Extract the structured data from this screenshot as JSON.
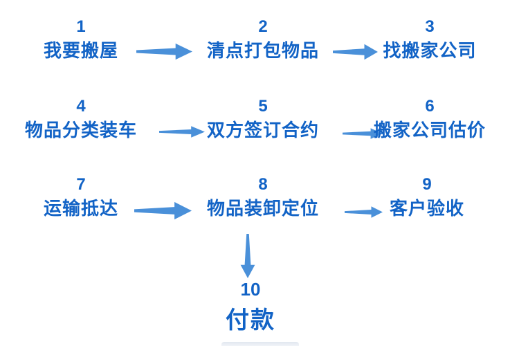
{
  "diagram": {
    "description_language": "zh",
    "type": "flowchart"
  },
  "colors": {
    "step_text": "#1263C6",
    "arrow": "#4A90D9"
  },
  "steps": [
    {
      "number": "1",
      "label": "我要搬屋"
    },
    {
      "number": "2",
      "label": "清点打包物品"
    },
    {
      "number": "3",
      "label": "找搬家公司"
    },
    {
      "number": "4",
      "label": "物品分类装车"
    },
    {
      "number": "5",
      "label": "双方签订合约"
    },
    {
      "number": "6",
      "label": "搬家公司估价"
    },
    {
      "number": "7",
      "label": "运输抵达"
    },
    {
      "number": "8",
      "label": "物品装卸定位"
    },
    {
      "number": "9",
      "label": "客户验收"
    },
    {
      "number": "10",
      "label": "付款"
    }
  ],
  "connections": [
    {
      "from": "1",
      "to": "2",
      "direction": "right"
    },
    {
      "from": "2",
      "to": "3",
      "direction": "right"
    },
    {
      "from": "4",
      "to": "5",
      "direction": "right"
    },
    {
      "from": "5",
      "to": "6",
      "direction": "right"
    },
    {
      "from": "7",
      "to": "8",
      "direction": "right"
    },
    {
      "from": "8",
      "to": "9",
      "direction": "right"
    },
    {
      "from": "8",
      "to": "10",
      "direction": "down"
    }
  ]
}
